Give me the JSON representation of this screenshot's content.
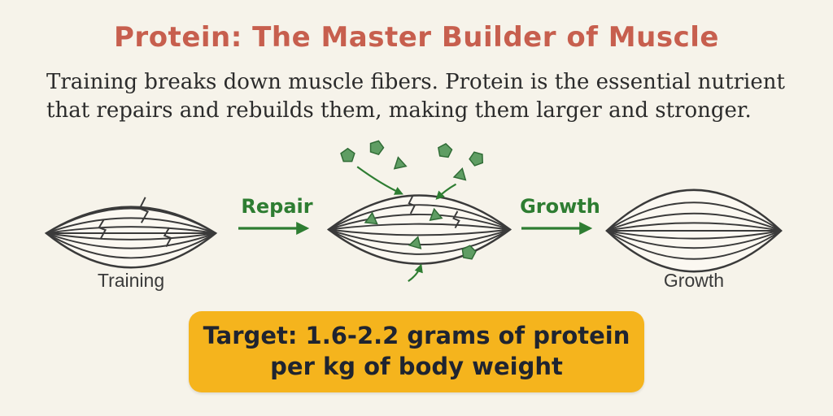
{
  "title": "Protein: The Master Builder of Muscle",
  "subtitle": {
    "line1": "Training breaks down muscle fibers. Protein is the essential nutrient",
    "line2": "that repairs and rebuilds them, making them larger and stronger."
  },
  "diagram": {
    "arrow1_label": "Repair",
    "arrow2_label": "Growth",
    "stage1_label": "Training",
    "stage3_label": "Growth"
  },
  "target_box": {
    "line1": "Target: 1.6-2.2 grams of protein",
    "line2": "per kg of body weight"
  },
  "colors": {
    "background": "#f6f3ea",
    "title": "#c75f4e",
    "arrow_green": "#2e7d32",
    "particle_green": "#5f9d63",
    "banner_bg": "#f5b41d",
    "banner_text": "#1f2430"
  }
}
